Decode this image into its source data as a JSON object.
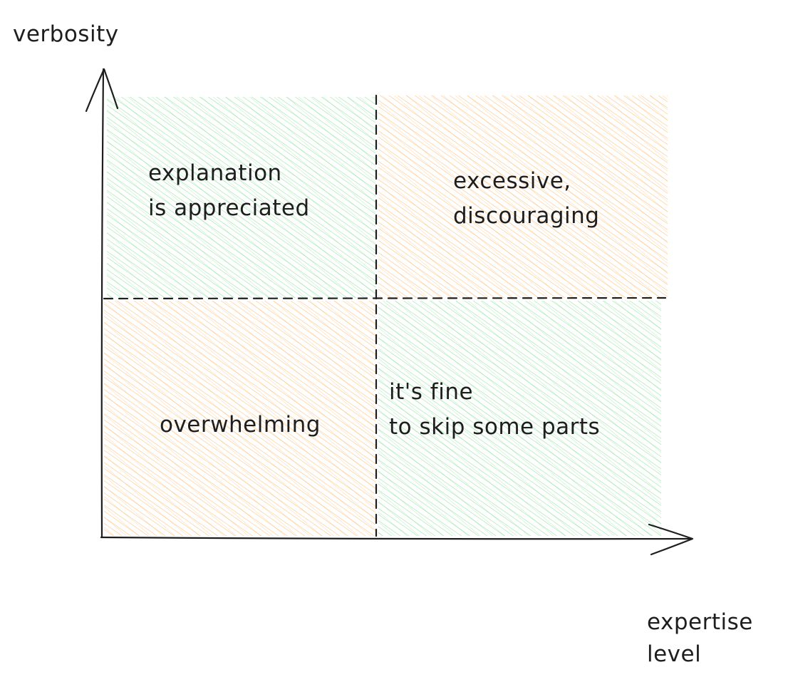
{
  "axes": {
    "y_label": "verbosity",
    "x_label": [
      "expertise",
      "level"
    ]
  },
  "quadrants": {
    "top_left": {
      "lines": [
        "explanation",
        "is appreciated"
      ],
      "fill": "#69db7c"
    },
    "top_right": {
      "lines": [
        "excessive,",
        "discouraging"
      ],
      "fill": "#ffa94d"
    },
    "bottom_left": {
      "lines": [
        "overwhelming"
      ],
      "fill": "#ffa94d"
    },
    "bottom_right": {
      "lines": [
        "it's fine",
        "to skip some parts"
      ],
      "fill": "#69db7c"
    }
  },
  "colors": {
    "stroke": "#1e1e1e",
    "green_hatch": "#69db7c",
    "orange_hatch": "#ffa94d"
  }
}
